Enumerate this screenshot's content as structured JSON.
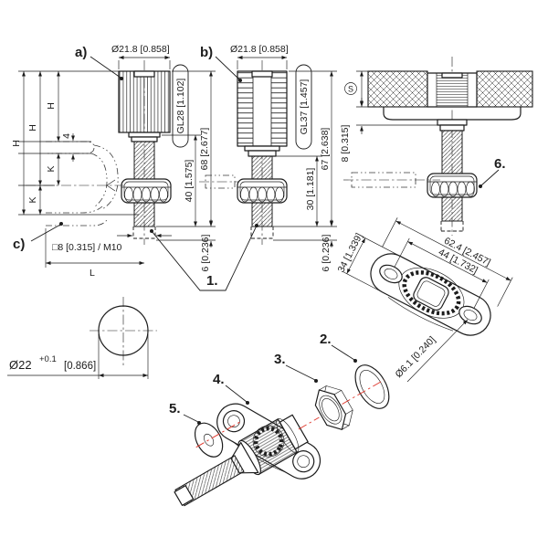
{
  "meta": {
    "type": "technical-drawing",
    "subject": "adjustable clamping knob fastener views"
  },
  "colors": {
    "line": "#1c1c1c",
    "centerline_red": "#e0392e",
    "background": "#ffffff"
  },
  "view_a": {
    "callout": "a)",
    "dia": "Ø21.8 [0.858]",
    "grip": "GL28 [1.102]",
    "dim_40": "40 [1.575]",
    "dim_68": "68 [2.677]",
    "dim_6": "6 [0.236]",
    "dim_h_outer": "H",
    "dim_h_mid": "H",
    "dim_h_inner": "H",
    "dim_4": "4",
    "dim_k_inner": "K",
    "dim_k_outer": "K",
    "callout_c": "c)",
    "thread_spec": "□8 [0.315] / M10",
    "dim_l": "L"
  },
  "view_b": {
    "callout": "b)",
    "dia": "Ø21.8 [0.858]",
    "grip": "GL37 [1.457]",
    "dim_30": "30 [1.181]",
    "dim_67": "67 [2.638]",
    "dim_6": "6 [0.236]"
  },
  "view_installed": {
    "panel_thickness": "S",
    "dim_8": "8 [0.315]",
    "callout_6": "6."
  },
  "view_flange": {
    "dim_34": "34 [1.339]",
    "dim_62": "62.4 [2.457]",
    "dim_44": "44 [1.732]",
    "dim_hole": "Ø6.1 [0.240]"
  },
  "view_hole": {
    "dia": "Ø22",
    "tol": "+0.1",
    "inch": "[0.866]"
  },
  "exploded": {
    "p1": "1.",
    "p2": "2.",
    "p3": "3.",
    "p4": "4.",
    "p5": "5."
  }
}
